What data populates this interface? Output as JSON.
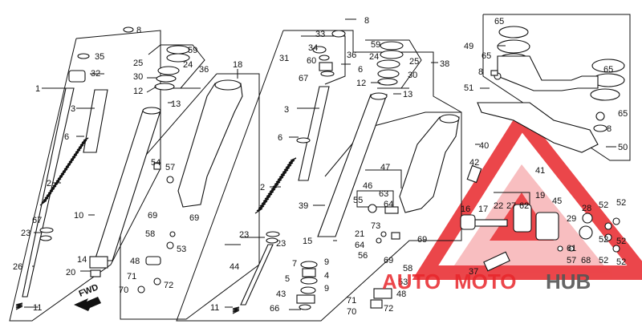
{
  "callouts": [
    "1",
    "2",
    "3",
    "4",
    "5",
    "6",
    "7",
    "8",
    "9",
    "10",
    "11",
    "12",
    "13",
    "14",
    "15",
    "16",
    "17",
    "18",
    "19",
    "20",
    "21",
    "22",
    "23",
    "24",
    "25",
    "26",
    "27",
    "28",
    "29",
    "30",
    "31",
    "32",
    "33",
    "34",
    "35",
    "36",
    "37",
    "38",
    "39",
    "40",
    "41",
    "42",
    "43",
    "44",
    "45",
    "46",
    "47",
    "48",
    "49",
    "50",
    "51",
    "52",
    "53",
    "54",
    "55",
    "56",
    "57",
    "58",
    "59",
    "60",
    "61",
    "62",
    "63",
    "64",
    "65",
    "66",
    "67",
    "68",
    "69",
    "70",
    "71",
    "72",
    "73"
  ],
  "fwd": "FWD",
  "watermark": {
    "part1": "AUTO",
    "part2": "MOTO",
    "part3": "HUB"
  },
  "colors": {
    "line": "#111111",
    "watermark_red": "#e8262b",
    "watermark_gray": "#555555"
  }
}
